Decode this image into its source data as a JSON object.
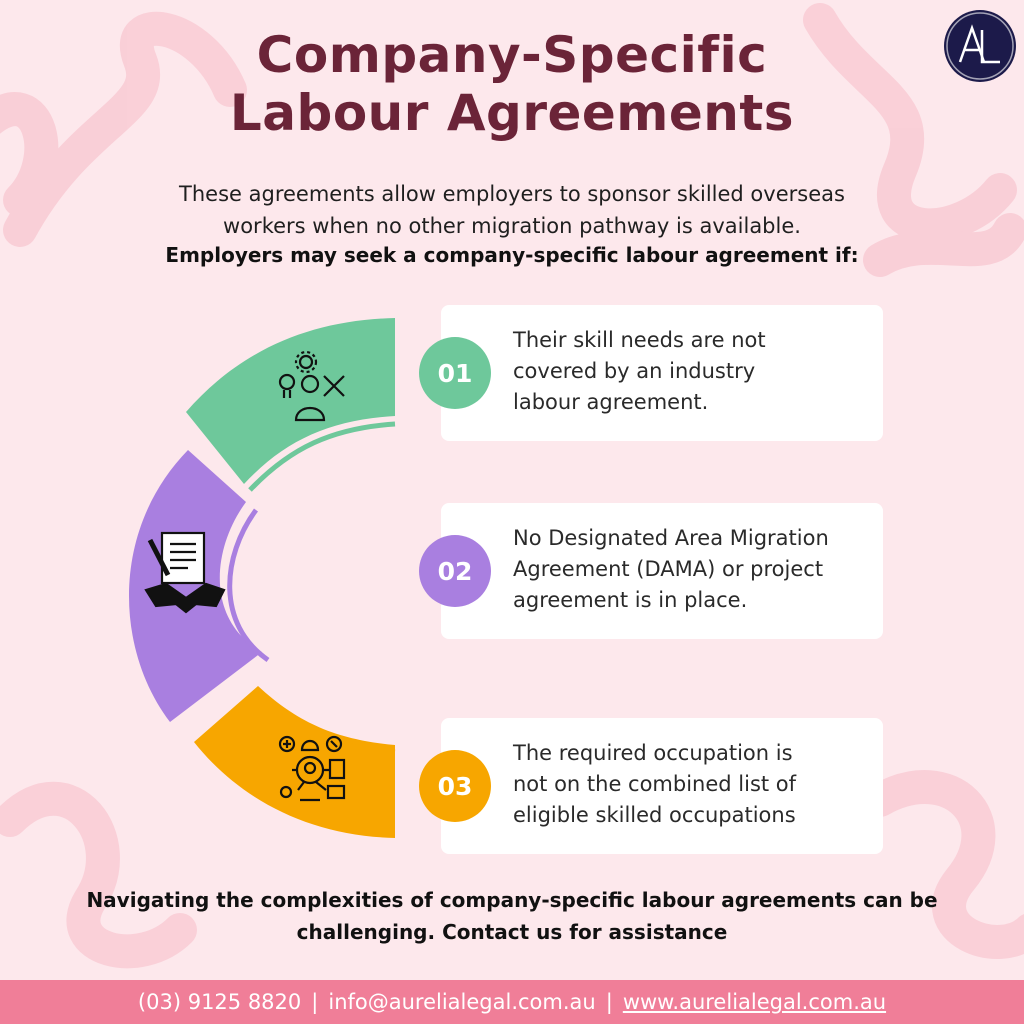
{
  "logo": {
    "text": "AL"
  },
  "title": {
    "line1": "Company-Specific",
    "line2": "Labour Agreements"
  },
  "intro": {
    "line1": "These agreements allow employers to sponsor skilled overseas",
    "line2": "workers when no other migration pathway is available."
  },
  "lead": "Employers may seek a company-specific labour agreement if:",
  "items": [
    {
      "number": "01",
      "color": "#6ec89b",
      "icon": "skills-worker-icon",
      "lines": [
        "Their skill needs are not",
        "covered by an industry",
        "labour agreement."
      ]
    },
    {
      "number": "02",
      "color": "#a97fe0",
      "icon": "agreement-handshake-icon",
      "lines": [
        "No Designated Area Migration",
        "Agreement (DAMA) or project",
        "agreement is in place."
      ]
    },
    {
      "number": "03",
      "color": "#f7a600",
      "icon": "occupation-network-icon",
      "lines": [
        "The required occupation is",
        "not on the combined list of",
        "eligible skilled occupations"
      ]
    }
  ],
  "cta": {
    "line1": "Navigating the complexities of company-specific labour agreements can be",
    "line2": "challenging.  Contact us for assistance"
  },
  "footer": {
    "phone": "(03) 9125 8820",
    "separator": "|",
    "email": "info@aurelialegal.com.au",
    "website": "www.aurelialegal.com.au"
  },
  "colors": {
    "title": "#6b2438",
    "background": "#fde8ec",
    "footer": "#f07e98",
    "logo_bg": "#1c1a4a"
  }
}
